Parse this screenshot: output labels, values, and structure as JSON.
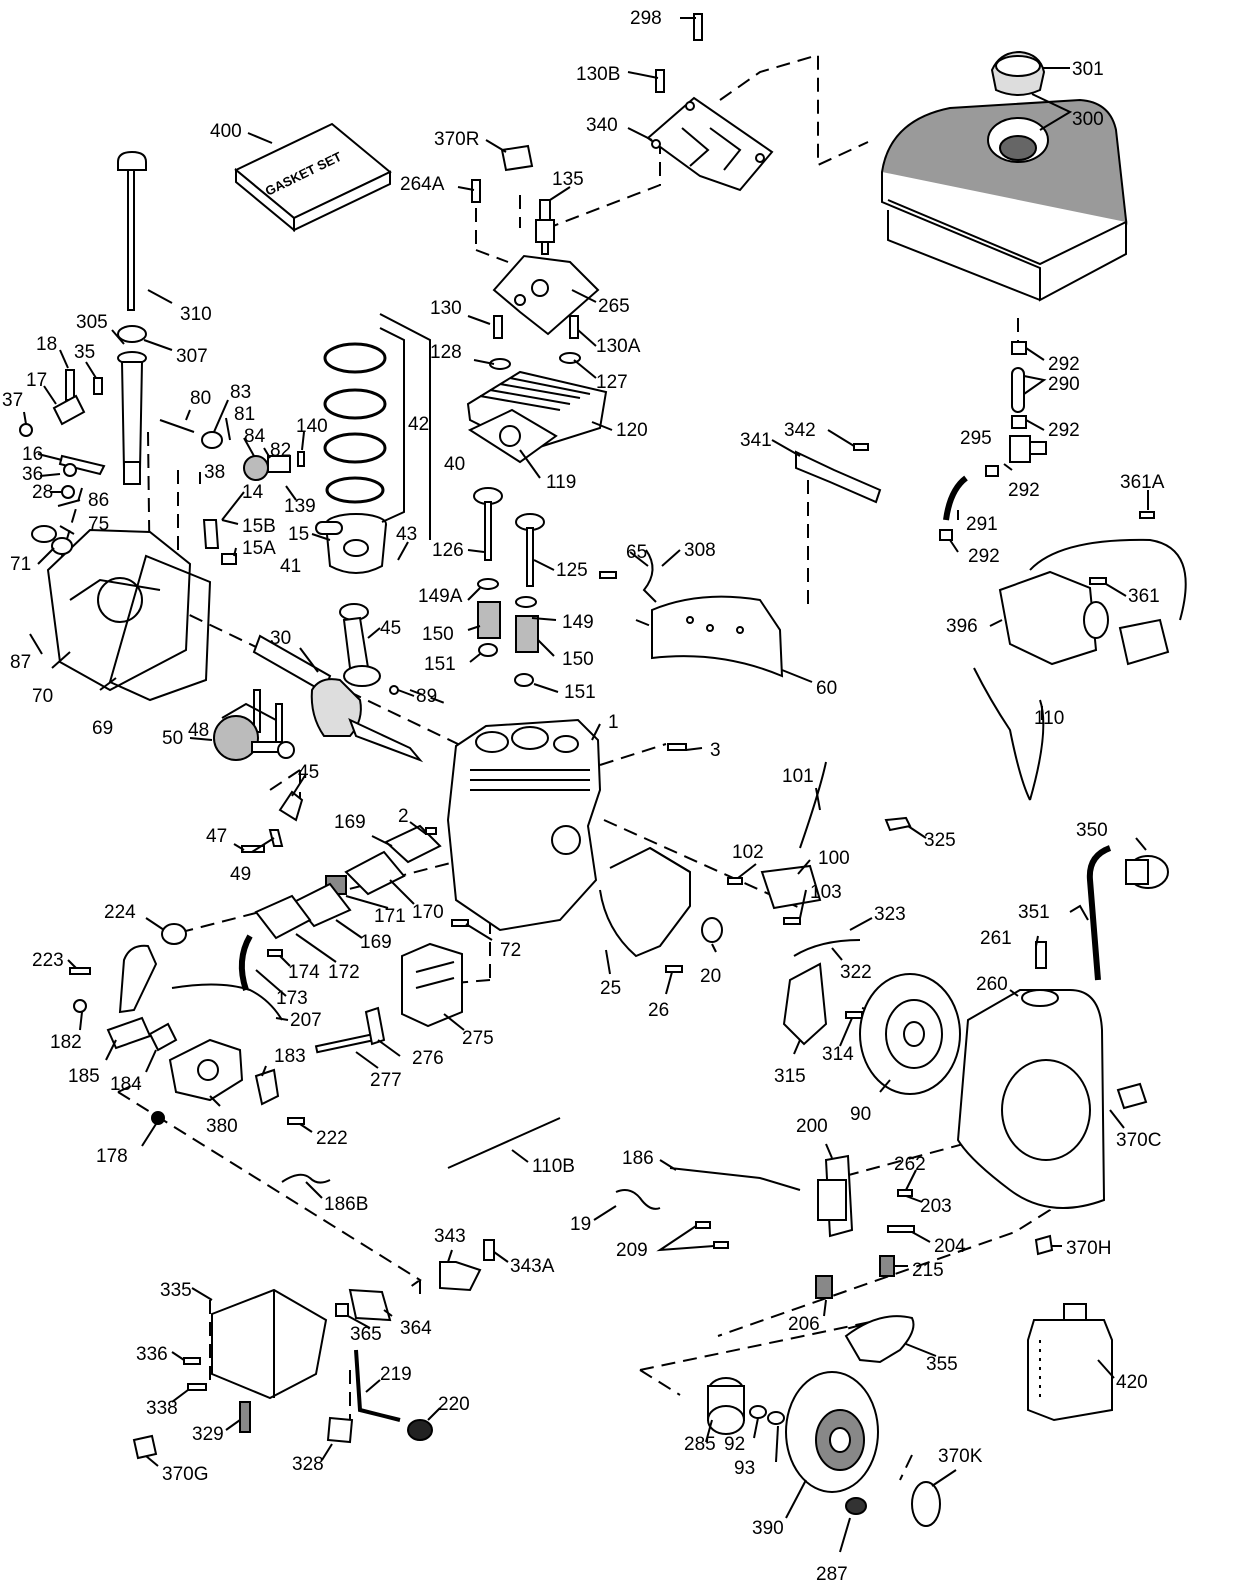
{
  "labels": {
    "p298": "298",
    "p130B": "130B",
    "p301": "301",
    "p300": "300",
    "p400": "400",
    "p370R": "370R",
    "p340": "340",
    "p135": "135",
    "p264A": "264A",
    "p310": "310",
    "p265": "265",
    "p305": "305",
    "p307": "307",
    "p130": "130",
    "p130A": "130A",
    "p128": "128",
    "p127": "127",
    "p292a": "292",
    "p290": "290",
    "p292b": "292",
    "p18": "18",
    "p35": "35",
    "p17": "17",
    "p37": "37",
    "p80": "80",
    "p83": "83",
    "p81": "81",
    "p84": "84",
    "p82": "82",
    "p140": "140",
    "p42": "42",
    "p40": "40",
    "p120": "120",
    "p119": "119",
    "p342": "342",
    "p341": "341",
    "p295": "295",
    "p292c": "292",
    "p361A": "361A",
    "p16": "16",
    "p36": "36",
    "p28": "28",
    "p86": "86",
    "p75": "75",
    "p38": "38",
    "p14": "14",
    "p15B": "15B",
    "p15A": "15A",
    "p15": "15",
    "p139": "139",
    "p71": "71",
    "p43": "43",
    "p41": "41",
    "p126": "126",
    "p125": "125",
    "p65": "65",
    "p308": "308",
    "p291": "291",
    "p292d": "292",
    "p361": "361",
    "p149A": "149A",
    "p149": "149",
    "p150a": "150",
    "p150b": "150",
    "p151a": "151",
    "p151b": "151",
    "p45a": "45",
    "p87": "87",
    "p30": "30",
    "p70": "70",
    "p69": "69",
    "p396": "396",
    "p60": "60",
    "p89": "89",
    "p48": "48",
    "p1": "1",
    "p110": "110",
    "p3": "3",
    "p50": "50",
    "p45b": "45",
    "p101": "101",
    "p325": "325",
    "p350": "350",
    "p47": "47",
    "p49": "49",
    "p169a": "169",
    "p2": "2",
    "p100": "100",
    "p102": "102",
    "p103": "103",
    "p224": "224",
    "p171": "171",
    "p170": "170",
    "p169b": "169",
    "p72": "72",
    "p351": "351",
    "p323": "323",
    "p261": "261",
    "p223": "223",
    "p174": "174",
    "p172": "172",
    "p322": "322",
    "p20": "20",
    "p25": "25",
    "p26": "26",
    "p260": "260",
    "p173": "173",
    "p207": "207",
    "p275": "275",
    "p182": "182",
    "p185": "185",
    "p184": "184",
    "p183": "183",
    "p276": "276",
    "p277": "277",
    "p315": "315",
    "p314": "314",
    "p90": "90",
    "p370C": "370C",
    "p380": "380",
    "p222": "222",
    "p178": "178",
    "p200": "200",
    "p186": "186",
    "p110B": "110B",
    "p262": "262",
    "p203": "203",
    "p186B": "186B",
    "p19": "19",
    "p209": "209",
    "p204": "204",
    "p215": "215",
    "p370H": "370H",
    "p343": "343",
    "p343A": "343A",
    "p335": "335",
    "p365": "365",
    "p364": "364",
    "p206": "206",
    "p336": "336",
    "p219": "219",
    "p355": "355",
    "p220": "220",
    "p338": "338",
    "p329": "329",
    "p370G": "370G",
    "p328": "328",
    "p285": "285",
    "p92": "92",
    "p93": "93",
    "p420": "420",
    "p370K": "370K",
    "p390": "390",
    "p287": "287"
  },
  "gasket_set_text": "GASKET SET"
}
